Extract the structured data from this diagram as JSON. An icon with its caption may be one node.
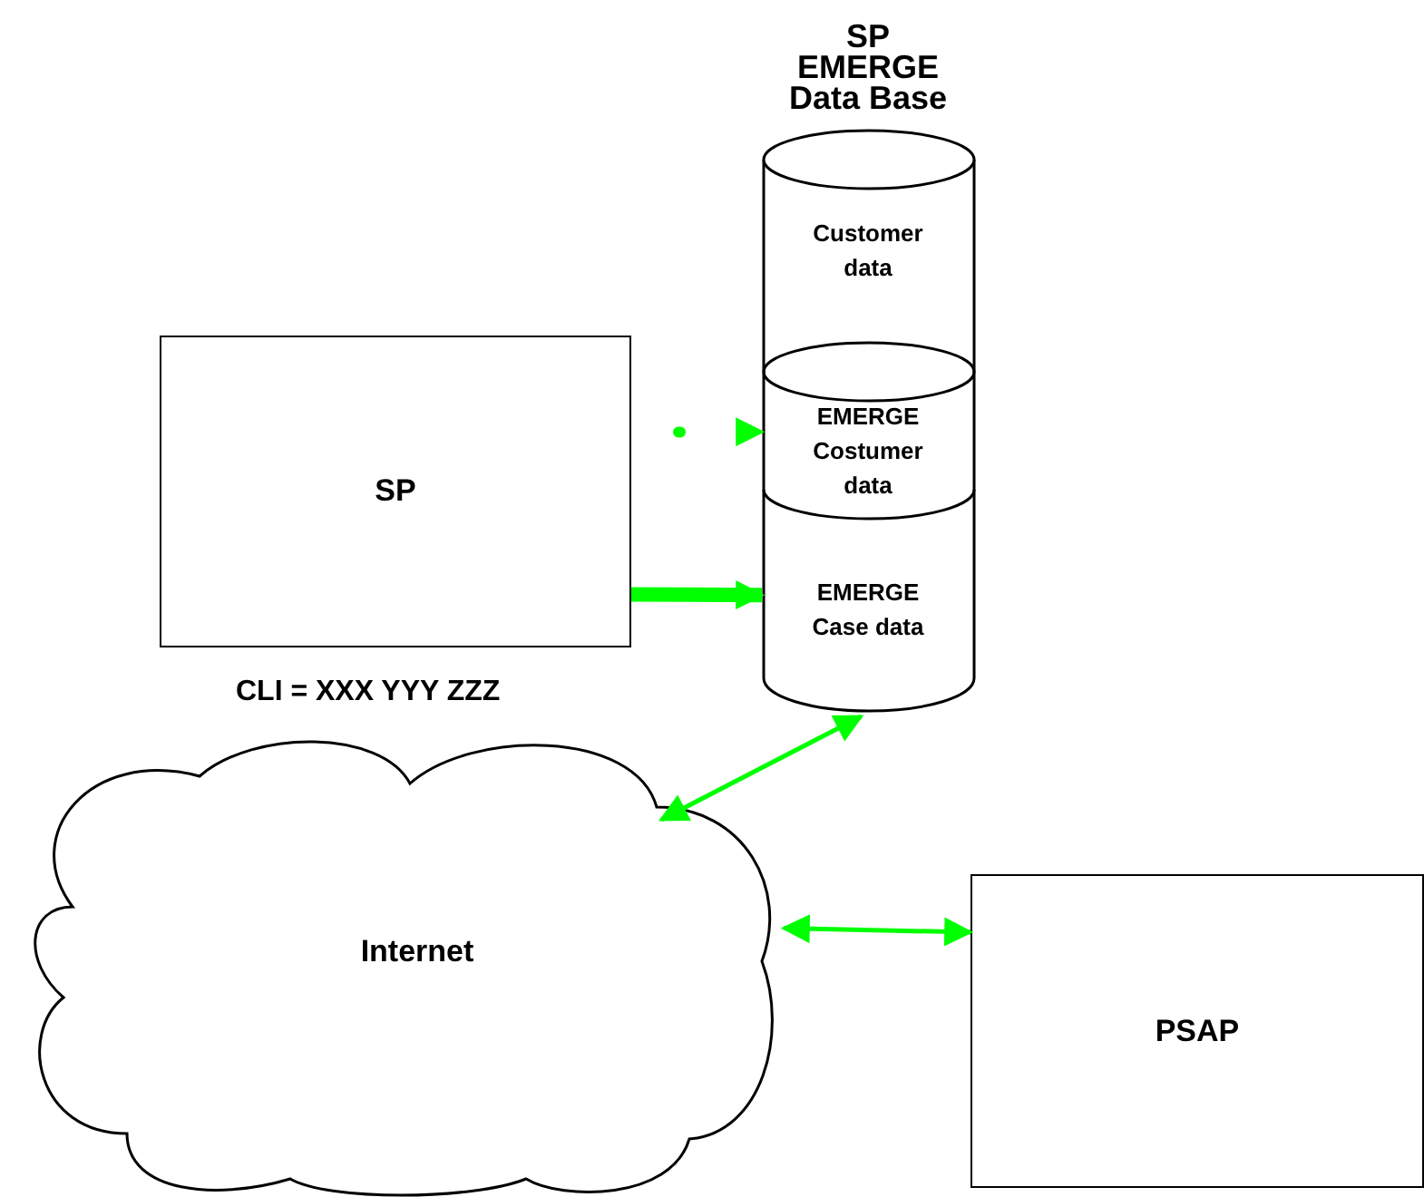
{
  "diagram": {
    "nodes": [
      {
        "text": [
          "SP"
        ]
      },
      {
        "text": [
          "SP EMERGE Data Base"
        ]
      },
      {
        "text": [
          "Customer data"
        ],
        "in": 1
      },
      {
        "text": [
          "EMERGE Costumer data"
        ],
        "in": 1
      },
      {
        "text": [
          "EMERGE Case data"
        ],
        "in": 1
      },
      {
        "text": [
          "Internet"
        ]
      },
      {
        "text": [
          "PSAP"
        ]
      }
    ],
    "edges": [
      {
        "from": 0,
        "to": 3,
        "arrow": "to",
        "style": "dashed"
      },
      {
        "from": 0,
        "to": 4,
        "arrow": "to",
        "style": "thick"
      },
      {
        "from": 1,
        "to": 5,
        "arrow": "both"
      },
      {
        "from": 5,
        "to": 6,
        "arrow": "both"
      }
    ],
    "labels": [
      "CLI = XXX YYY ZZZ"
    ]
  }
}
